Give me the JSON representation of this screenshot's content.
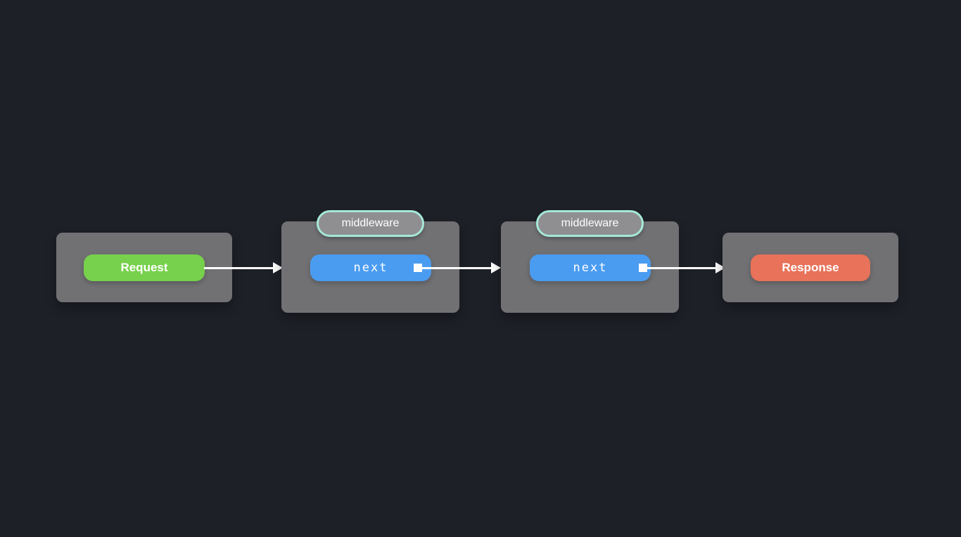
{
  "colors": {
    "background": "#1e2028",
    "card": "#717174",
    "pill-fill": "#8f8f92",
    "pill-border": "#a5e9d7",
    "request-green": "#77d14c",
    "next-blue": "#4a9cf1",
    "response-orange": "#e8725a",
    "arrow-white": "#ffffff"
  },
  "diagram": {
    "type": "flow",
    "description": "Middleware pipeline: a request passes through two middleware layers via next() calls before producing a response",
    "nodes": [
      {
        "id": "request",
        "kind": "start",
        "label": "Request"
      },
      {
        "id": "middleware-1",
        "kind": "middleware",
        "label": "middleware",
        "button": "next"
      },
      {
        "id": "middleware-2",
        "kind": "middleware",
        "label": "middleware",
        "button": "next"
      },
      {
        "id": "response",
        "kind": "end",
        "label": "Response"
      }
    ],
    "edges": [
      {
        "from": "request",
        "to": "middleware-1"
      },
      {
        "from": "middleware-1",
        "to": "middleware-2"
      },
      {
        "from": "middleware-2",
        "to": "response"
      }
    ]
  }
}
